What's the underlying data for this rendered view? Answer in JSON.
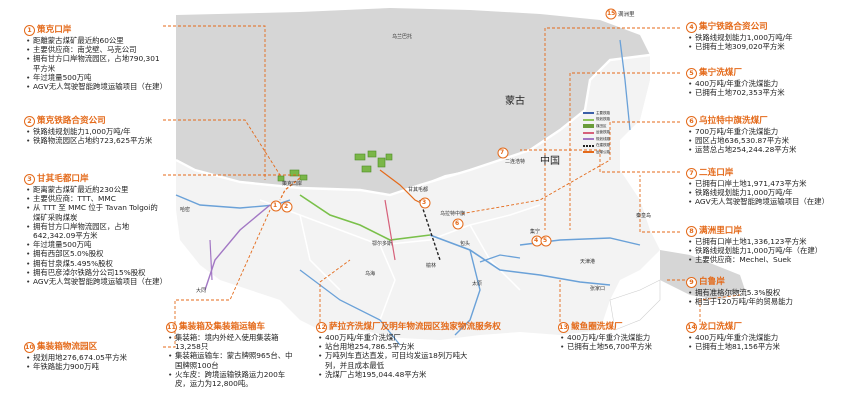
{
  "blocks": {
    "b1": {
      "num": "1",
      "title": "策克口岸",
      "items": [
        "距離蒙古煤矿最近約60公里",
        "主要供应商：南戈壁、马克公司",
        "拥有甘方口岸物流园区，占地790,301平方米",
        "年过境量500万吨",
        "AGV无人驾驶智能跨境运输项目（在建）"
      ]
    },
    "b2": {
      "num": "2",
      "title": "策克铁路合资公司",
      "items": [
        "铁路线规划能力1,000万吨/年",
        "铁路物流园区占地约723,625平方米"
      ]
    },
    "b3": {
      "num": "3",
      "title": "甘其毛都口岸",
      "items": [
        "距离蒙古煤矿最近約230公里",
        "主要供应商：TTT、MMC",
        "从 TTT 至 MMC 位于 Tavan Tolgoi的煤矿采购煤炭",
        "拥有甘方口岸物流园区，占地642,342.09平方米",
        "年过境量500万吨",
        "拥有西部区5.0%股权",
        "拥有甘泉煤5.495%股权",
        "拥有巴彦淖尔铁路分公司15%股权",
        "AGV无人驾驶智能跨境运输项目（在建）"
      ]
    },
    "b4": {
      "num": "4",
      "title": "集宁铁路合资公司",
      "items": [
        "铁路线规划能力1,000万吨/年",
        "已拥有土地309,020平方米"
      ]
    },
    "b5": {
      "num": "5",
      "title": "集宁洗煤厂",
      "items": [
        "400万吨/年重介洗煤能力",
        "已拥有土地702,353平方米"
      ]
    },
    "b6": {
      "num": "6",
      "title": "乌拉特中旗洗煤厂",
      "items": [
        "700万吨/年重介洗煤能力",
        "园区占地636,530.87平方米",
        "运营总占地254,244.28平方米"
      ]
    },
    "b7": {
      "num": "7",
      "title": "二连口岸",
      "items": [
        "已拥有口岸土地1,971,473平方米",
        "铁路线规划能力1,000万吨/年",
        "AGV无人驾驶智能跨境运输项目（在建）"
      ]
    },
    "b8": {
      "num": "8",
      "title": "满洲里口岸",
      "items": [
        "已拥有口岸土地1,336,123平方米",
        "铁路线规划能力1,000万吨/年（在建）",
        "主要供应商：Mechel、Suek"
      ]
    },
    "b9": {
      "num": "9",
      "title": "白鲁岸",
      "items": [
        "拥有准格尔物流5.3%股权",
        "相当于120万吨/年的贸易能力"
      ]
    },
    "b10": {
      "num": "10",
      "title": "集装箱物流园区",
      "items": [
        "规划用地276,674.05平方米",
        "年铁路能力900万吨"
      ]
    },
    "b11": {
      "num": "11",
      "title": "集装箱及集装箱运输车",
      "items": [
        "集装箱：境内外经入使用集装箱13,258只",
        "集装箱运输车：蒙古牌照965台、中国牌照100台",
        "火车皮：跨境运输铁路运力200车皮，运力为12,800吨。"
      ]
    },
    "b12": {
      "num": "12",
      "title": "萨拉齐洗煤厂及明年物流园区独家物流服务权",
      "items": [
        "400万吨/年重介洗煤厂",
        "站台用地254,786.5平方米",
        "万吨列车直达直发，可目均发运18列万吨大列，并且成本最低",
        "洗煤厂占地195,044.48平方米"
      ]
    },
    "b13": {
      "num": "13",
      "title": "鲅鱼圈洗煤厂",
      "items": [
        "400万吨/年重介洗煤能力",
        "已拥有土地56,700平方米"
      ]
    },
    "b14": {
      "num": "14",
      "title": "龙口洗煤厂",
      "items": [
        "400万吨/年重介洗煤能力",
        "已拥有土地81,156平方米"
      ]
    },
    "b15": {
      "num": "15",
      "title": "满洲里",
      "items": []
    }
  },
  "map_labels": {
    "mongolia": "蒙古",
    "china": "中国",
    "choibalsan": "乌兰巴托",
    "ceke": "策克口岸",
    "ganqi": "甘其毛都",
    "jining": "集宁",
    "wulate": "乌拉特中旗",
    "erlian": "二连浩特",
    "hami": "哈密",
    "tianjin": "天津港",
    "qinhuangdao": "秦皇岛",
    "baotou": "包头",
    "ordos": "鄂尔多斯",
    "taiyuan": "太原",
    "wuhai": "乌海",
    "yulin": "榆林",
    "datong": "大同",
    "zhangjiakou": "张家口"
  },
  "legend": {
    "items": [
      {
        "label": "主要铁路",
        "color": "#3b5fa8"
      },
      {
        "label": "规划铁路",
        "color": "#8fc45a"
      },
      {
        "label": "煤田区",
        "color": "#6a9c3a"
      },
      {
        "label": "运营铁路",
        "color": "#d6607a"
      },
      {
        "label": "规划线路",
        "color": "#a277c4"
      },
      {
        "label": "在建铁路",
        "color": "#222222"
      },
      {
        "label": "运煤公路",
        "color": "#e46a1a"
      }
    ]
  },
  "colors": {
    "accent": "#e46a1a",
    "land": "#d7d7d7",
    "china": "#f2f2f2",
    "sea": "#ffffff",
    "border": "#ffffff",
    "rail_blue": "#3b78c4",
    "rail_green": "#76c04a",
    "rail_purple": "#9c6bbf"
  }
}
